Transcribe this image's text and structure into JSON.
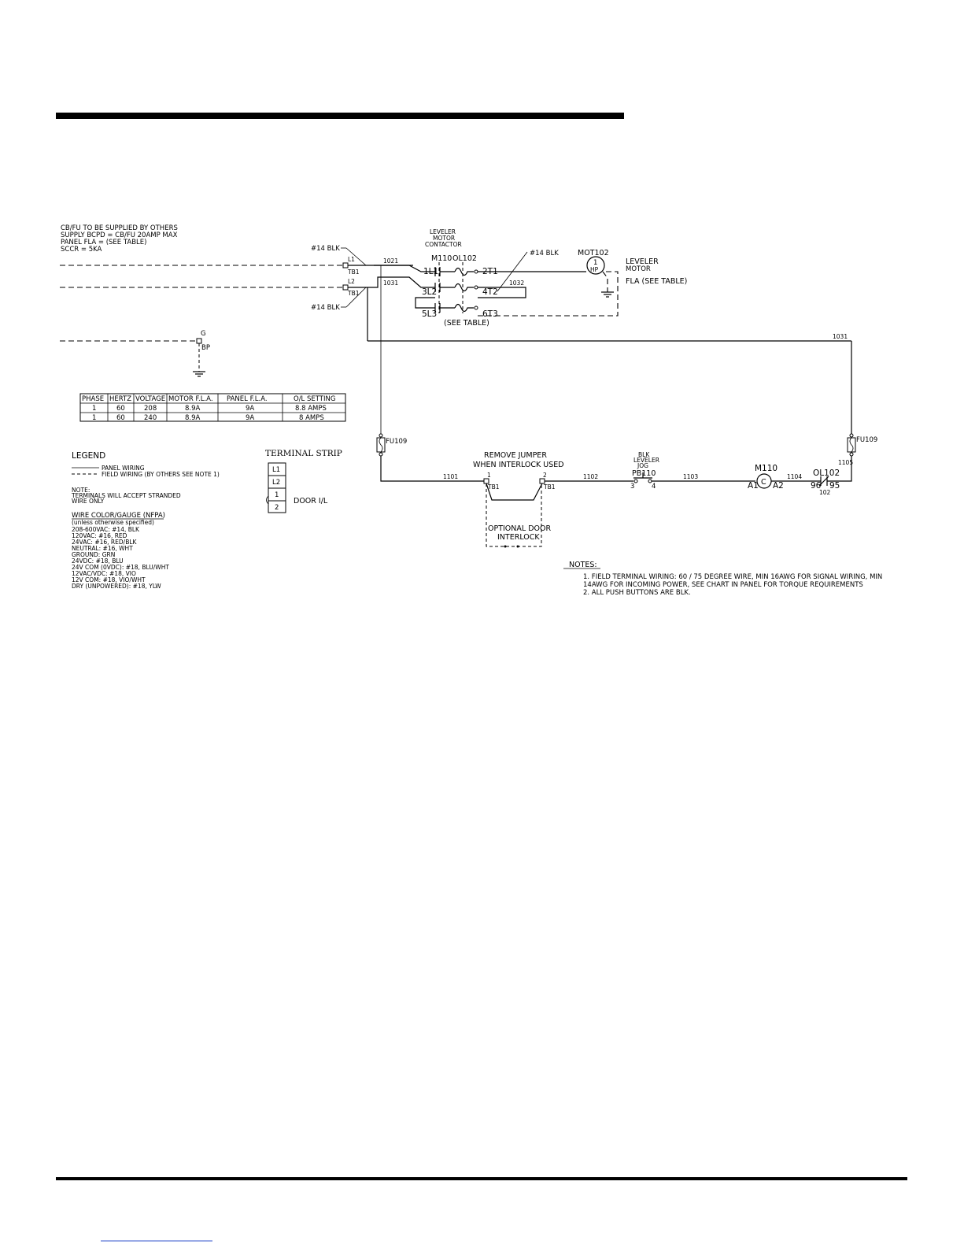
{
  "notes_top": [
    "CB/FU TO BE SUPPLIED BY OTHERS",
    "SUPPLY BCPD = CB/FU 20AMP MAX",
    "PANEL FLA = (SEE TABLE)",
    "SCCR = 5KA"
  ],
  "wire_14blk": "#14 BLK",
  "terminals": {
    "l1": "L1",
    "l2": "L2",
    "tb1": "TB1",
    "g": "G",
    "bp": "BP",
    "t1": "1",
    "t2": "2"
  },
  "contactor": {
    "title": [
      "LEVELER",
      "MOTOR",
      "CONTACTOR"
    ],
    "tag": "M110",
    "ol_tag": "OL102",
    "l1": "1L1",
    "l2": "3L2",
    "l3": "5L3",
    "t1": "2T1",
    "t2": "4T2",
    "t3": "6T3",
    "see_table": "(SEE TABLE)"
  },
  "motor": {
    "tag": "MOT102",
    "hp_num": "1",
    "hp_unit": "HP",
    "label1": "LEVELER",
    "label2": "MOTOR",
    "fla": "FLA (SEE TABLE)"
  },
  "wire_numbers": {
    "w1021": "1021",
    "w1031": "1031",
    "w1032": "1032",
    "w1031b": "1031",
    "w1101": "1101",
    "w1102": "1102",
    "w1103": "1103",
    "w1104": "1104",
    "w1105": "1105",
    "w102": "102"
  },
  "fuse": {
    "left": "FU109",
    "right": "FU109"
  },
  "table": {
    "headers": [
      "PHASE",
      "HERTZ",
      "VOLTAGE",
      "MOTOR F.L.A.",
      "PANEL F.L.A.",
      "O/L SETTING"
    ],
    "rows": [
      [
        "1",
        "60",
        "208",
        "8.9A",
        "9A",
        "8.8 AMPS"
      ],
      [
        "1",
        "60",
        "240",
        "8.9A",
        "9A",
        "8 AMPS"
      ]
    ]
  },
  "legend": {
    "title": "LEGEND",
    "panel_wiring": "PANEL WIRING",
    "field_wiring": "FIELD WIRING (BY OTHERS SEE NOTE 1)",
    "note": [
      "NOTE:",
      "TERMINALS WILL ACCEPT STRANDED",
      "WIRE ONLY"
    ],
    "wire_title": "WIRE COLOR/GAUGE (NFPA)",
    "wire_sub": "(unless otherwise specified)",
    "wire_list": [
      "208-600VAC: #14, BLK",
      "120VAC: #16, RED",
      "24VAC: #16, RED/BLK",
      "NEUTRAL: #16, WHT",
      "GROUND: GRN",
      "24VDC: #18, BLU",
      "24V COM (0VDC): #18, BLU/WHT",
      "12VAC/VDC: #18, VIO",
      "12V COM: #18, VIO/WHT",
      "DRY (UNPOWERED): #18, YLW"
    ]
  },
  "terminal_strip": {
    "title": "TERMINAL STRIP",
    "cells": [
      "L1",
      "L2",
      "1",
      "2"
    ],
    "door_label": "DOOR I/L"
  },
  "control": {
    "jumper": [
      "REMOVE JUMPER",
      "WHEN INTERLOCK USED"
    ],
    "door_interlock": [
      "OPTIONAL DOOR",
      "INTERLOCK"
    ],
    "pb_title": [
      "BLK",
      "LEVELER",
      "JOG"
    ],
    "pb_tag": "PB110",
    "pb_3": "3",
    "pb_4": "4",
    "coil_tag": "M110",
    "coil_letter": "C",
    "a1": "A1",
    "a2": "A2",
    "ol_tag": "OL102",
    "ol_96": "96",
    "ol_95": "95"
  },
  "notes_bottom": {
    "title": "NOTES:",
    "items": [
      "1.  FIELD TERMINAL WIRING: 60 / 75 DEGREE WIRE, MIN 16AWG FOR SIGNAL WIRING, MIN",
      "     14AWG FOR INCOMING POWER, SEE CHART IN PANEL FOR TORQUE REQUIREMENTS",
      "2.  ALL PUSH BUTTONS ARE BLK."
    ]
  }
}
